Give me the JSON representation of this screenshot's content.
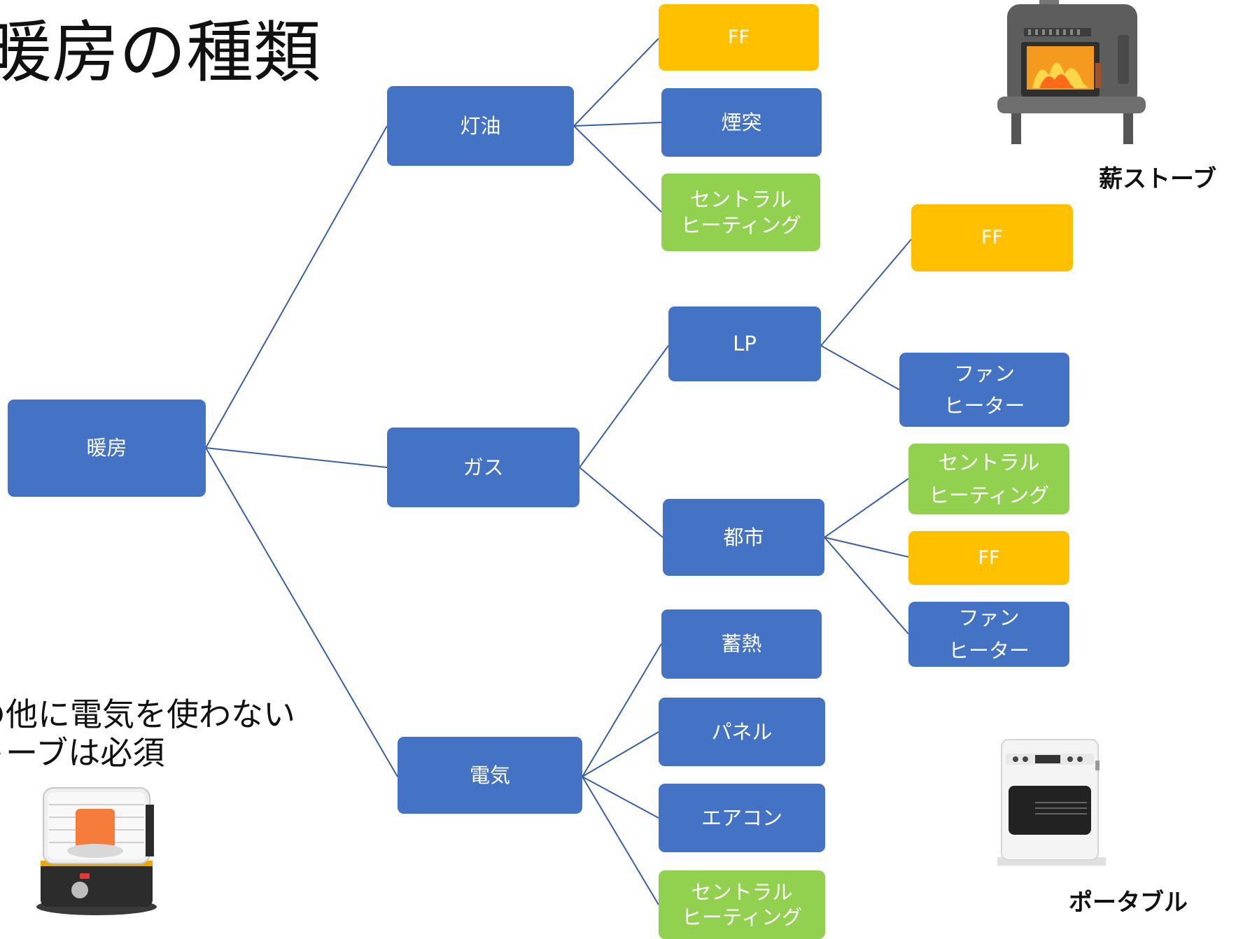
{
  "title": "暖房の種類",
  "note": "の他に電気を使わない\nトーブは必須",
  "captions": {
    "wood_stove": "薪ストーブ",
    "portable": "ポータブル"
  },
  "colors": {
    "blue": "#4472c4",
    "green": "#92d050",
    "orange": "#ffc000",
    "connector": "#3b5ea8"
  },
  "tree": {
    "root": "暖房",
    "kerosene": {
      "label": "灯油",
      "children": [
        "FF",
        "煙突",
        "セントラル\nヒーティング"
      ]
    },
    "gas": {
      "label": "ガス",
      "lp": {
        "label": "LP",
        "children": [
          "FF",
          "ファン\nヒーター"
        ]
      },
      "city": {
        "label": "都市",
        "children": [
          "セントラル\nヒーティング",
          "FF",
          "ファン\nヒーター"
        ]
      }
    },
    "electric": {
      "label": "電気",
      "children": [
        "蓄熱",
        "パネル",
        "エアコン",
        "セントラル\nヒーティング"
      ]
    }
  }
}
